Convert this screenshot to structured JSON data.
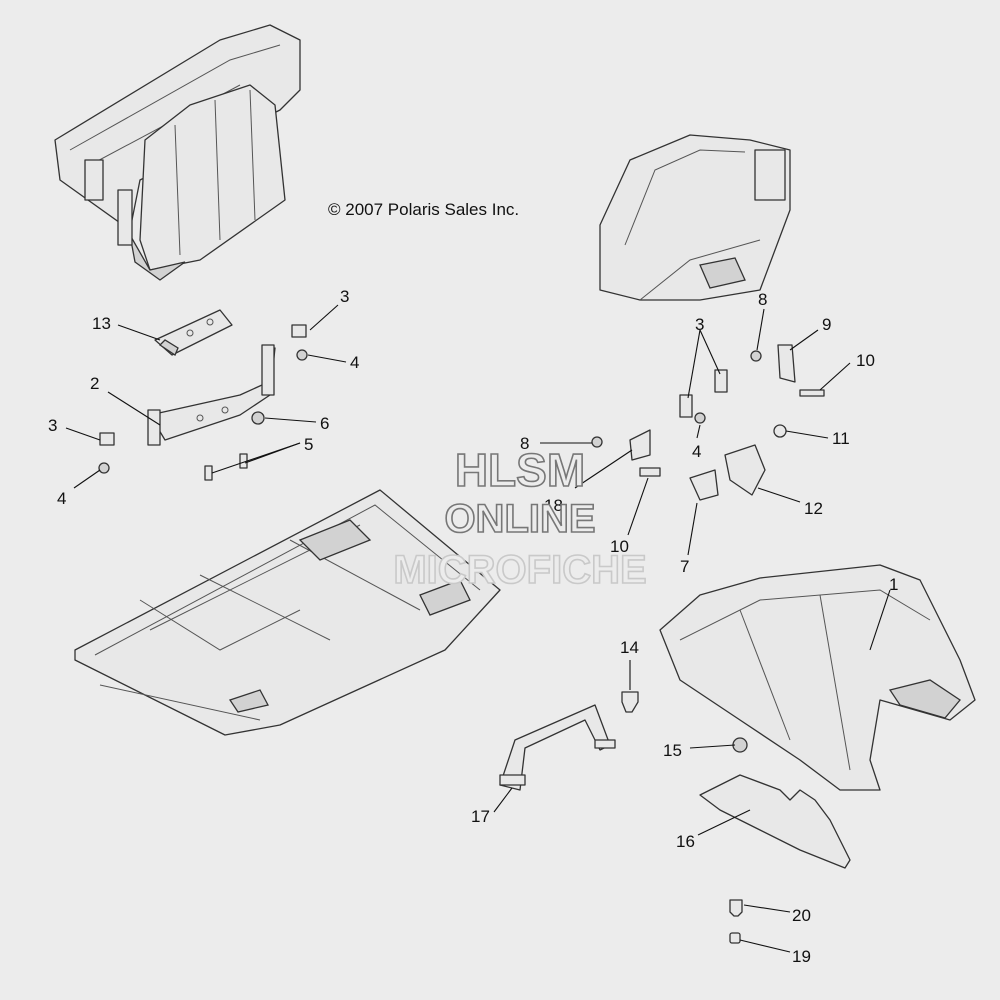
{
  "copyright": "© 2007 Polaris Sales Inc.",
  "watermark": {
    "line1": "HLSM",
    "line2": "ONLINE",
    "line3": "MICROFICHE"
  },
  "callouts": {
    "c1": "1",
    "c2": "2",
    "c3a": "3",
    "c3b": "3",
    "c3c": "3",
    "c4a": "4",
    "c4b": "4",
    "c4c": "4",
    "c5": "5",
    "c6": "6",
    "c7": "7",
    "c8a": "8",
    "c8b": "8",
    "c9": "9",
    "c10a": "10",
    "c10b": "10",
    "c11": "11",
    "c12": "12",
    "c13": "13",
    "c14": "14",
    "c15": "15",
    "c16": "16",
    "c17": "17",
    "c18": "18",
    "c19": "19",
    "c20": "20"
  }
}
